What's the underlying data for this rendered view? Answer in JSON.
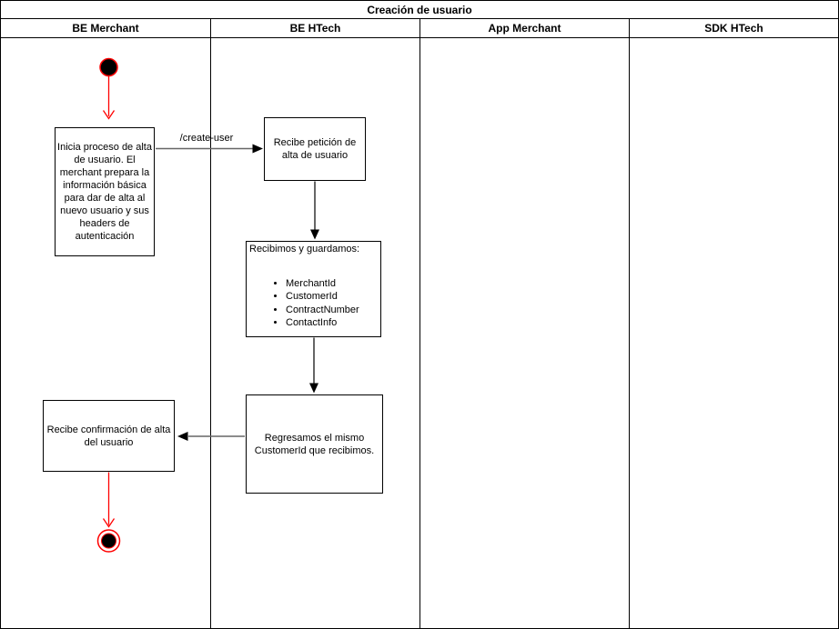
{
  "diagram": {
    "title": "Creación de usuario",
    "lanes": [
      {
        "label": "BE Merchant"
      },
      {
        "label": "BE HTech"
      },
      {
        "label": "App Merchant"
      },
      {
        "label": "SDK HTech"
      }
    ],
    "nodes": {
      "start": {
        "type": "initial-node"
      },
      "inicia_proceso": {
        "text": "Inicia proceso de alta de usuario. El merchant prepara la información básica para dar de alta al nuevo usuario y sus headers de autenticación"
      },
      "recibe_peticion": {
        "text": "Recibe petición de alta de usuario"
      },
      "recibimos_guardamos": {
        "title": "Recibimos y guardamos:",
        "items": [
          "MerchantId",
          "CustomerId",
          "ContractNumber",
          "ContactInfo"
        ]
      },
      "regresamos": {
        "text": "Regresamos el mismo CustomerId que recibimos."
      },
      "recibe_confirmacion": {
        "text": "Recibe confirmación de alta del usuario"
      },
      "end": {
        "type": "activity-final-node"
      }
    },
    "edges": {
      "create_user": {
        "label": "/create-user"
      }
    },
    "colors": {
      "flow_accent_red": "#ff0000",
      "edge_gray": "#666666",
      "edge_black": "#000000",
      "border_black": "#000000",
      "background": "#ffffff"
    }
  }
}
